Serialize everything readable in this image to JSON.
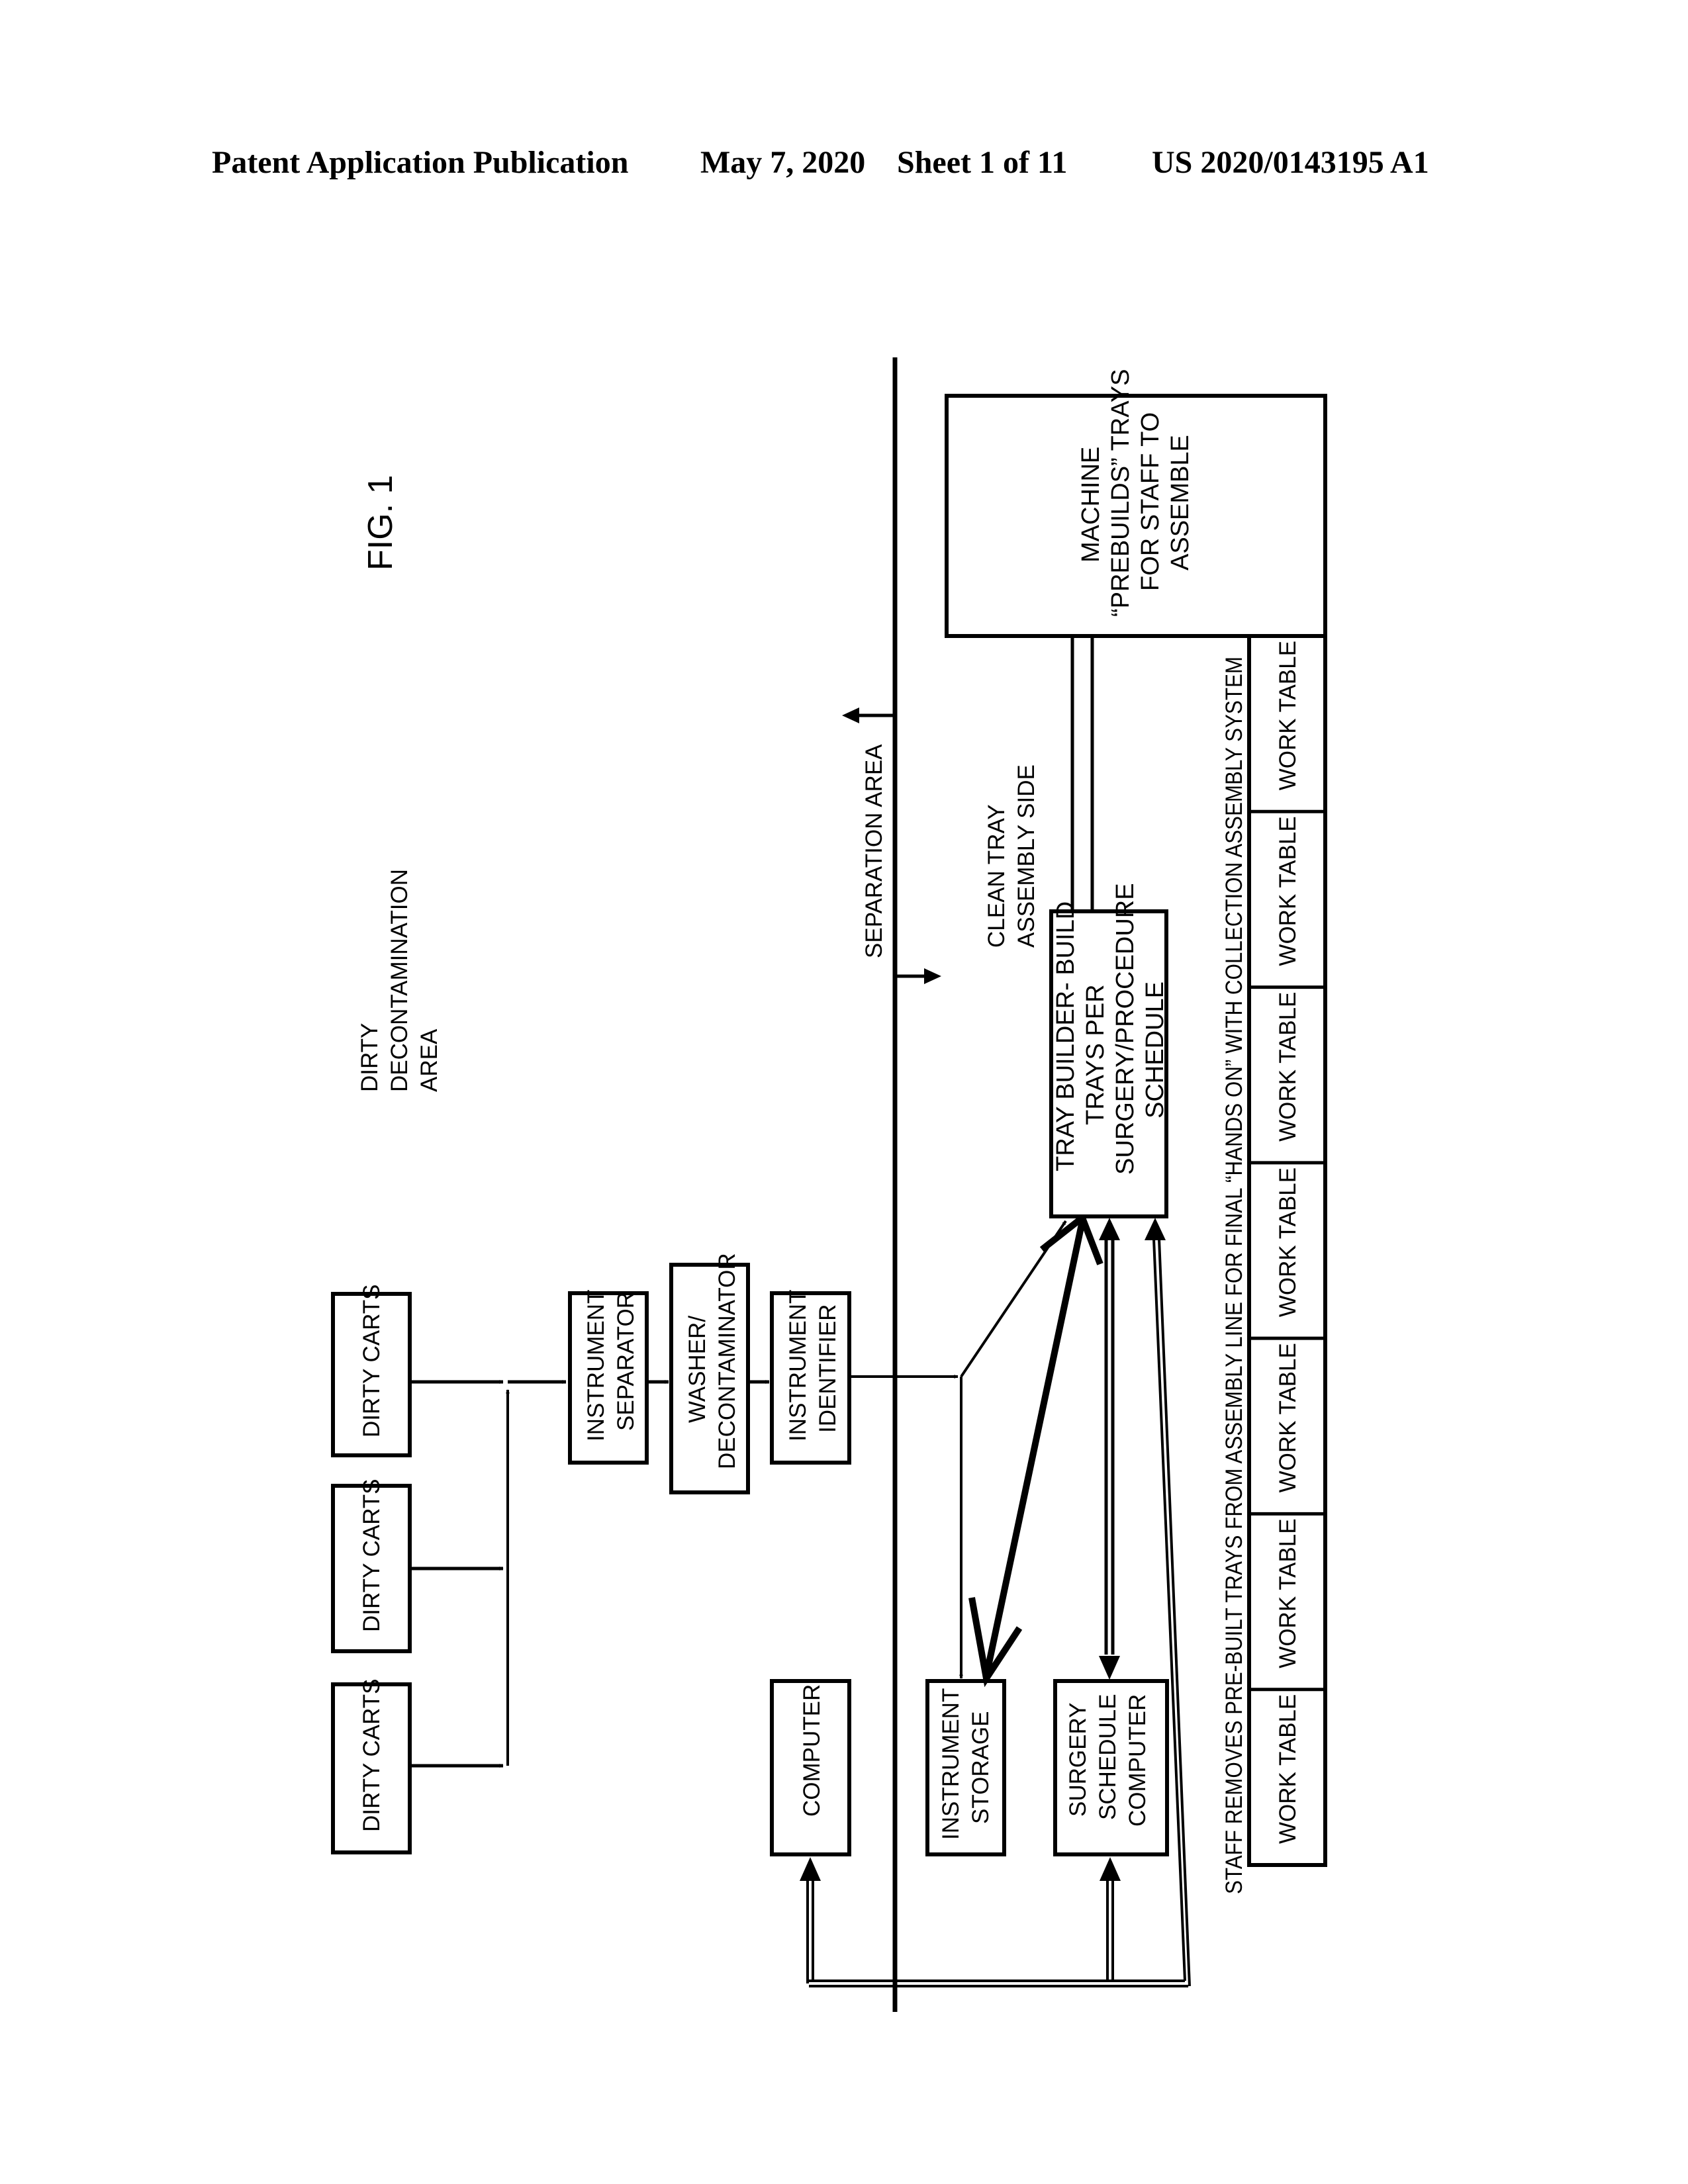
{
  "header": {
    "publication": "Patent Application Publication",
    "date": "May 7, 2020",
    "sheet": "Sheet 1 of 11",
    "number": "US 2020/0143195 A1"
  },
  "figure": {
    "label": "FIG. 1",
    "areas": {
      "dirty": [
        "DIRTY",
        "DECONTAMINATION",
        "AREA"
      ],
      "separation": "SEPARATION AREA",
      "clean": [
        "CLEAN TRAY",
        "ASSEMBLY SIDE"
      ]
    },
    "boxes": {
      "dirty_carts": [
        "DIRTY CARTS",
        "DIRTY CARTS",
        "DIRTY CARTS"
      ],
      "instrument_separator": [
        "INSTRUMENT",
        "SEPARATOR"
      ],
      "washer": [
        "WASHER/",
        "DECONTAMINATOR"
      ],
      "instrument_identifier": [
        "INSTRUMENT",
        "IDENTIFIER"
      ],
      "computer": [
        "COMPUTER"
      ],
      "instrument_storage": [
        "INSTRUMENT",
        "STORAGE"
      ],
      "surgery_schedule_computer": [
        "SURGERY",
        "SCHEDULE",
        "COMPUTER"
      ],
      "tray_builder": [
        "TRAY BUILDER- BUILD",
        "TRAYS PER",
        "SURGERY/PROCEDURE",
        "SCHEDULE"
      ],
      "machine": [
        "MACHINE",
        "“PREBUILDS” TRAYS",
        "FOR STAFF TO",
        "ASSEMBLE"
      ]
    },
    "work_tables": [
      "WORK TABLE",
      "WORK TABLE",
      "WORK TABLE",
      "WORK TABLE",
      "WORK TABLE",
      "WORK TABLE",
      "WORK TABLE"
    ],
    "staff_note": "STAFF REMOVES PRE-BUILT TRAYS FROM ASSEMBLY LINE FOR FINAL “HANDS ON” WITH COLLECTION ASSEMBLY SYSTEM"
  }
}
